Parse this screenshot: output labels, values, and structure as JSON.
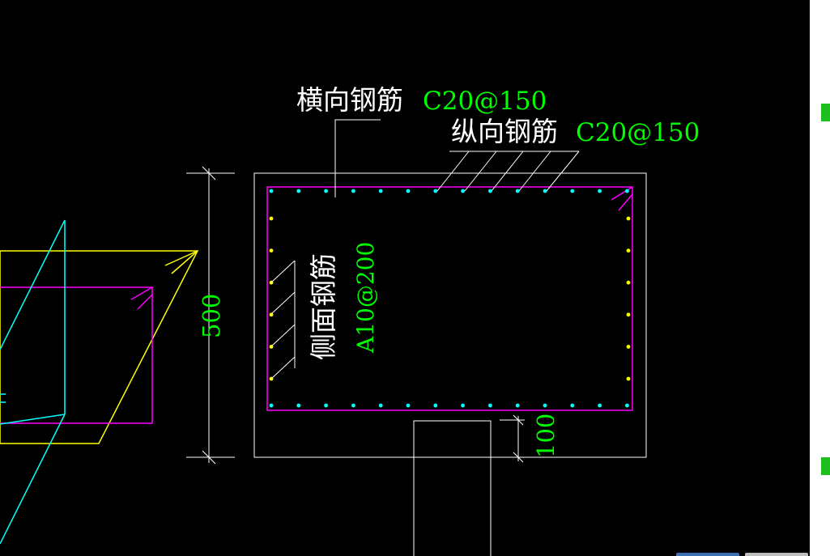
{
  "annotations": {
    "transverse_label": "横向钢筋",
    "transverse_spec": "C20@150",
    "longitudinal_label": "纵向钢筋",
    "longitudinal_spec": "C20@150",
    "side_label": "侧面钢筋",
    "side_spec": "A10@200",
    "height_dim": "500",
    "cover_dim": "100"
  },
  "colors": {
    "background": "#000000",
    "outline": "#ffffff",
    "rebar_frame": "#ff00ff",
    "top_bottom_bars": "#00ffff",
    "side_bars": "#ffff00",
    "spec_text": "#00ff00",
    "label_text": "#ffffff"
  }
}
